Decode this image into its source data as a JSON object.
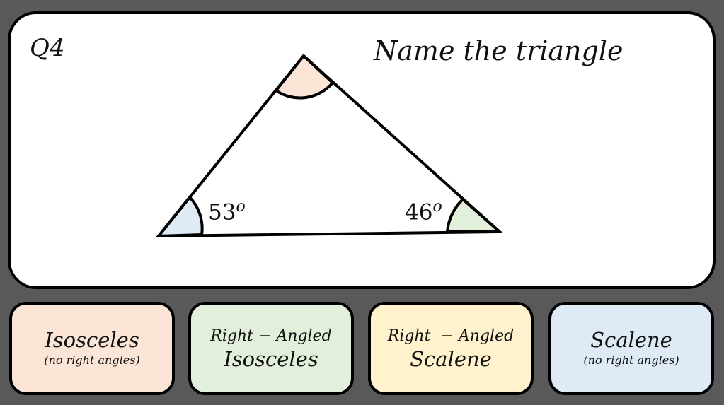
{
  "question": {
    "number": "Q4",
    "title": "Name the triangle"
  },
  "triangle": {
    "angles": [
      {
        "value": "53",
        "unit": "o"
      },
      {
        "value": "46",
        "unit": "o"
      }
    ],
    "colors": {
      "top": "#fbe5d6",
      "left": "#deebf7",
      "right": "#e2efda"
    }
  },
  "options": [
    {
      "line1": "Isosceles",
      "line2": "(no right angles)",
      "color": "#fbe5d6"
    },
    {
      "line1": "Right − Angled",
      "line2": "Isosceles",
      "color": "#e2efda"
    },
    {
      "line1": "Right  − Angled",
      "line2": "Scalene",
      "color": "#fff2cc"
    },
    {
      "line1": "Scalene",
      "line2": "(no right angles)",
      "color": "#deebf7"
    }
  ]
}
